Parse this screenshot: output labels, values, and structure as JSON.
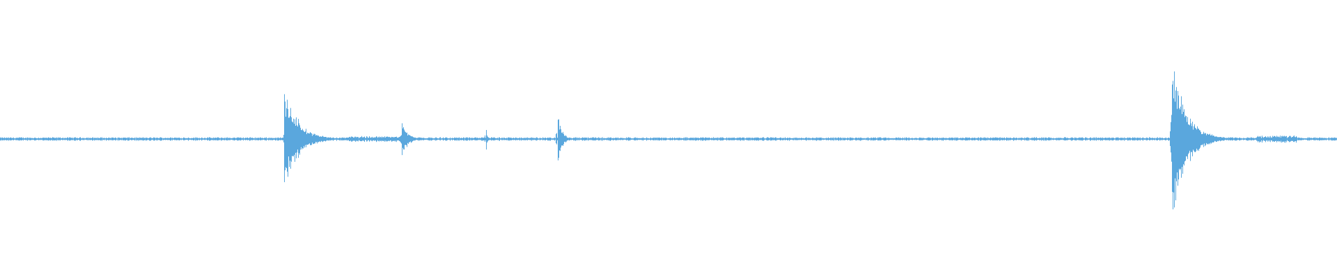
{
  "waveform": {
    "color": "#5aa7dd",
    "background": "#ffffff",
    "baseline_amplitude": 0.004,
    "events": [
      {
        "t": 0.2125,
        "amp": 0.18,
        "decay": 0.01
      },
      {
        "t": 0.3005,
        "amp": 0.07,
        "decay": 0.004
      },
      {
        "t": 0.3635,
        "amp": 0.04,
        "decay": 0.0008
      },
      {
        "t": 0.417,
        "amp": 0.09,
        "decay": 0.003
      },
      {
        "t": 0.8765,
        "amp": 0.3,
        "decay": 0.01
      }
    ],
    "noise_regions": [
      {
        "start": 0.26,
        "end": 0.3,
        "amp": 0.008
      },
      {
        "start": 0.94,
        "end": 0.97,
        "amp": 0.01
      }
    ]
  }
}
